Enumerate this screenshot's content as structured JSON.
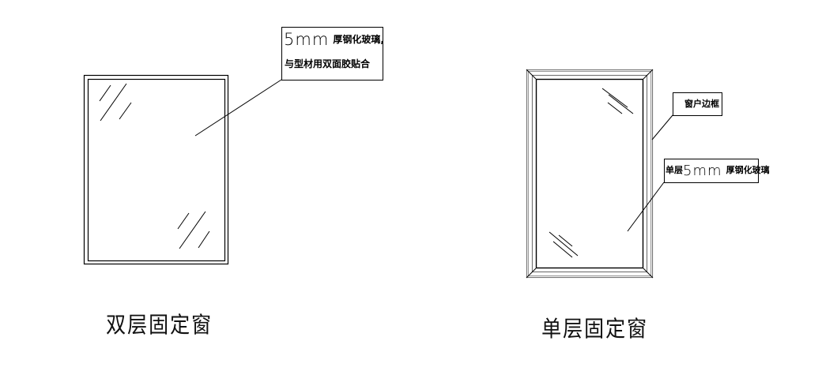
{
  "diagrams": [
    {
      "id": "double",
      "title": "双层固定窗",
      "callouts": [
        {
          "line1_prefix": "5mm",
          "line1_rest": "厚钢化玻璃,",
          "line2": "与型材用双面胶贴合"
        }
      ]
    },
    {
      "id": "single",
      "title": "单层固定窗",
      "callouts": [
        {
          "text": "窗户边框"
        },
        {
          "text_prefix": "单层",
          "text_mid": "5mm",
          "text_rest": "厚钢化玻璃"
        }
      ]
    }
  ],
  "colors": {
    "line": "#000000",
    "frame_gray": "#808080",
    "background": "#ffffff"
  }
}
